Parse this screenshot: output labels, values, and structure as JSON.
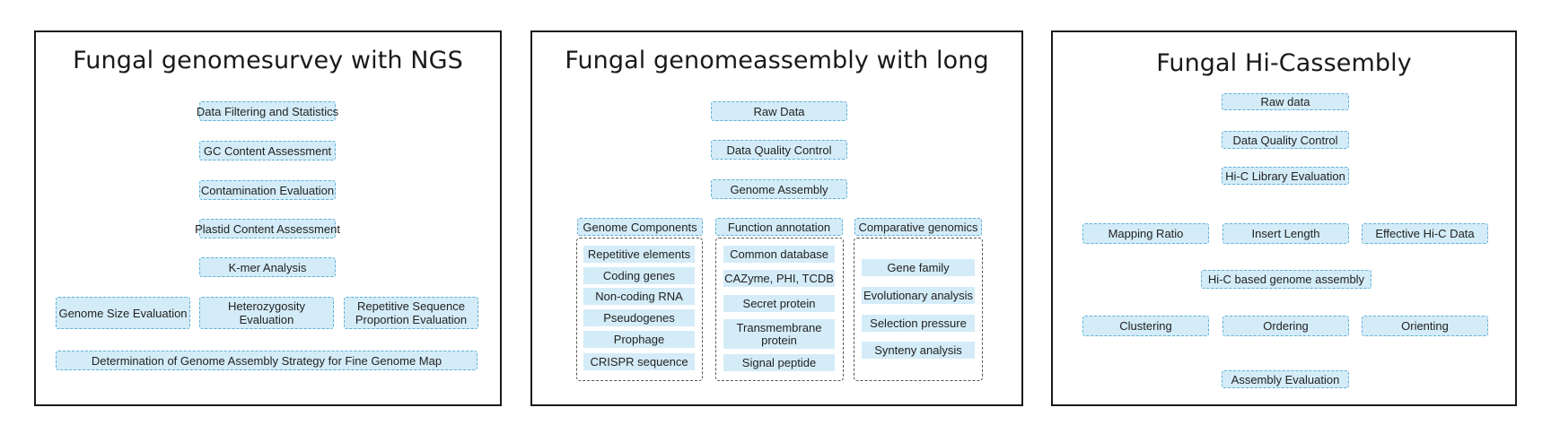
{
  "panel1": {
    "title": "Fungal genomesurvey with NGS",
    "steps": [
      "Data Filtering and Statistics",
      "GC Content Assessment",
      "Contamination Evaluation",
      "Plastid Content Assessment",
      "K-mer Analysis"
    ],
    "branches": [
      "Genome Size Evaluation",
      "Heterozygosity Evaluation",
      "Repetitive Sequence Proportion Evaluation"
    ],
    "final": "Determination of Genome Assembly Strategy for Fine Genome Map"
  },
  "panel2": {
    "title": "Fungal genomeassembly with long",
    "steps": [
      "Raw Data",
      "Data Quality Control",
      "Genome Assembly"
    ],
    "groups": [
      {
        "label": "Genome Components",
        "items": [
          "Repetitive elements",
          "Coding genes",
          "Non-coding RNA",
          "Pseudogenes",
          "Prophage",
          "CRISPR sequence"
        ]
      },
      {
        "label": "Function annotation",
        "items": [
          "Common database",
          "CAZyme, PHI, TCDB",
          "Secret protein",
          "Transmembrane protein",
          "Signal peptide"
        ]
      },
      {
        "label": "Comparative genomics",
        "items": [
          "Gene family",
          "Evolutionary analysis",
          "Selection pressure",
          "Synteny analysis"
        ]
      }
    ]
  },
  "panel3": {
    "title": "Fungal Hi-Cassembly",
    "steps": [
      "Raw data",
      "Data Quality Control",
      "Hi-C Library Evaluation"
    ],
    "metrics": [
      "Mapping Ratio",
      "Insert Length",
      "Effective Hi-C Data"
    ],
    "assembly": "Hi-C based genome assembly",
    "stages": [
      "Clustering",
      "Ordering",
      "Orienting"
    ],
    "final": "Assembly Evaluation"
  }
}
